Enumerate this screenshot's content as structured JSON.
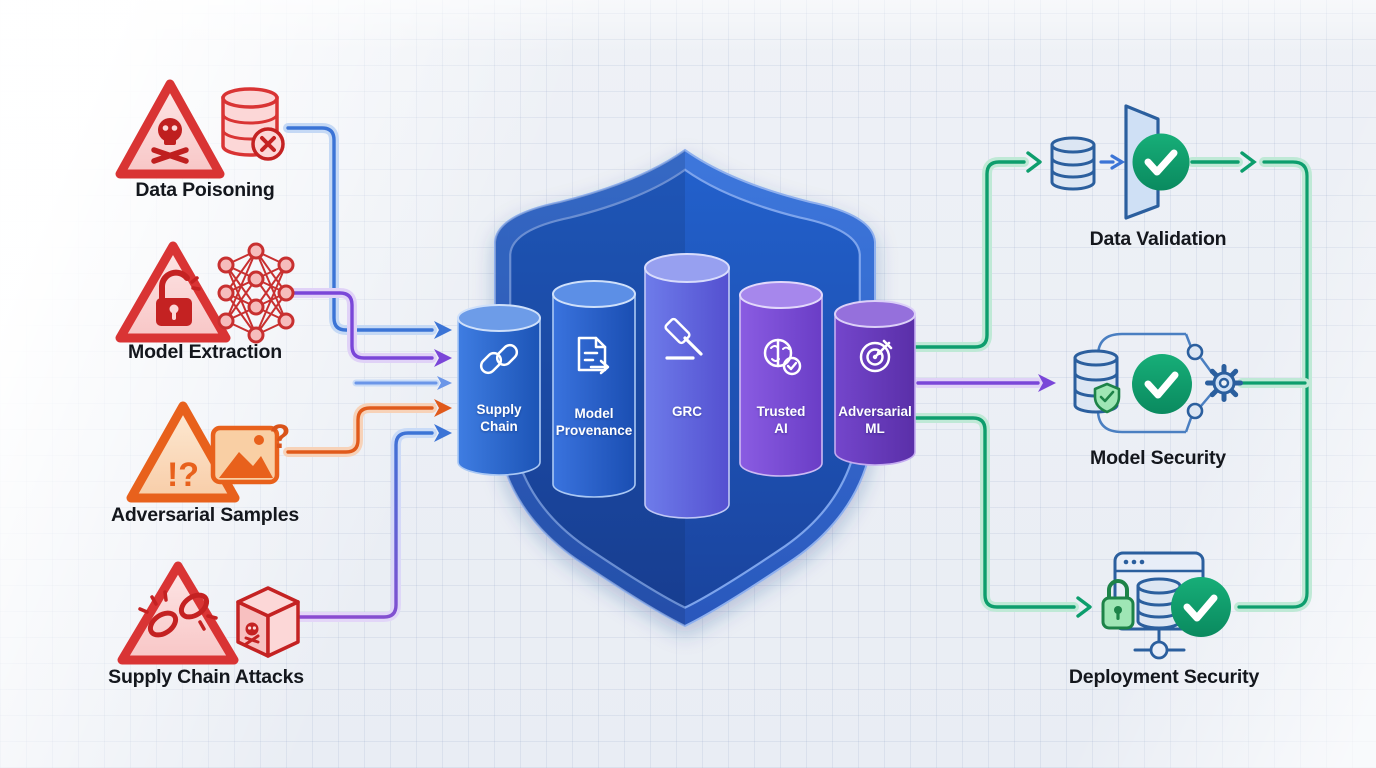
{
  "threats": [
    {
      "label": "Data Poisoning",
      "icon": "skull-warning-database"
    },
    {
      "label": "Model Extraction",
      "icon": "open-lock-warning-neural-net"
    },
    {
      "label": "Adversarial Samples",
      "icon": "warning-image",
      "overlay_text": "!?",
      "badge_text": "?"
    },
    {
      "label": "Supply Chain Attacks",
      "icon": "broken-chain-warning-package"
    }
  ],
  "shield": {
    "name": "AI security shield",
    "pillars": [
      {
        "label": "Supply Chain",
        "icon": "chain-link"
      },
      {
        "label": "Model Provenance",
        "icon": "document-arrow"
      },
      {
        "label": "GRC",
        "icon": "gavel"
      },
      {
        "label": "Trusted AI",
        "icon": "brain-check"
      },
      {
        "label": "Adversarial ML",
        "icon": "target-dart"
      }
    ]
  },
  "outcomes": [
    {
      "label": "Data Validation",
      "icon": "database-filter-check"
    },
    {
      "label": "Model Security",
      "icon": "database-shield-check-gear"
    },
    {
      "label": "Deployment Security",
      "icon": "browser-lock-database-check"
    }
  ],
  "colors": {
    "threat_red": "#d23434",
    "threat_orange": "#e8611c",
    "arrow_blue": "#3b74d6",
    "arrow_purple": "#7a46d8",
    "arrow_orange": "#e05a1b",
    "arrow_green": "#0d9e6d",
    "shield_blue": "#2a5cc0",
    "check_green": "#0f9d6c"
  }
}
